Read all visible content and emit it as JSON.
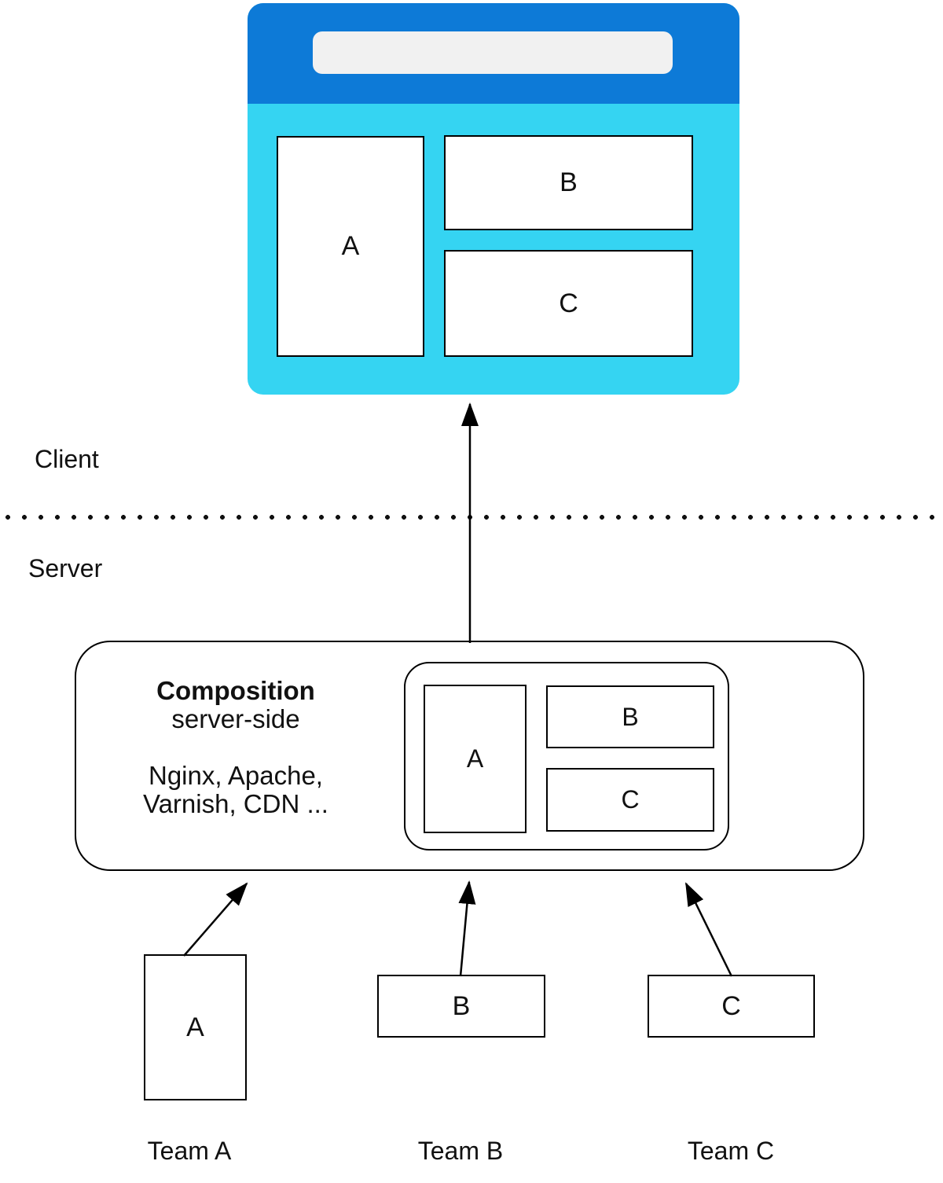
{
  "boundary": {
    "client_label": "Client",
    "server_label": "Server"
  },
  "browser": {
    "fragments": {
      "a": "A",
      "b": "B",
      "c": "C"
    }
  },
  "composition": {
    "title": "Composition",
    "subtitle": "server-side",
    "tech_line1": "Nginx, Apache,",
    "tech_line2": "Varnish, CDN ...",
    "preview": {
      "a": "A",
      "b": "B",
      "c": "C"
    }
  },
  "teams": [
    {
      "fragment": "A",
      "label": "Team A"
    },
    {
      "fragment": "B",
      "label": "Team B"
    },
    {
      "fragment": "C",
      "label": "Team C"
    }
  ],
  "colors": {
    "browser_header": "#0d7ad7",
    "browser_body": "#35d4f2",
    "address_bar": "#f1f1f1",
    "stroke": "#000000"
  }
}
